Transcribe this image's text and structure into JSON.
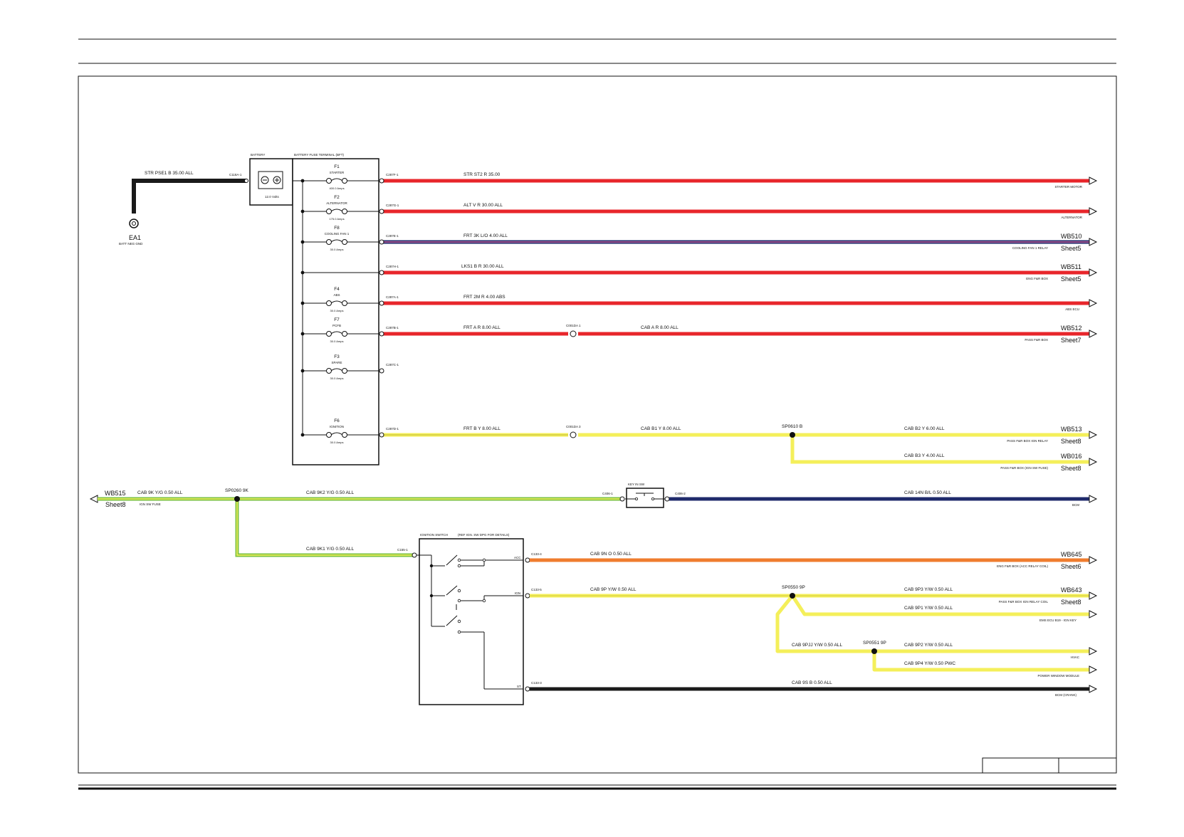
{
  "colors": {
    "red": "#e8262b",
    "yellow": "#f4ef5a",
    "green": "#7cc243",
    "navy": "#1f2a6b",
    "orange": "#ef7c2e",
    "black": "#1a1a1a",
    "purple": "#7b2e8a"
  },
  "battery": {
    "label": "BATTERY",
    "volts": "12.0 Volts",
    "connector": "C118A-1",
    "ground_wire": "STR   PSE1 B 35.00 ALL",
    "ground_name": "EA1",
    "ground_label": "BATT NEG GND"
  },
  "bft": {
    "label": "BATTERY FUSE TERMINAL (BFT)"
  },
  "fuses": [
    {
      "id": "F1",
      "name": "STARTER",
      "rating": "400.0 Amps"
    },
    {
      "id": "F2",
      "name": "ALTERNATOR",
      "rating": "175.0 Amps"
    },
    {
      "id": "F8",
      "name": "COOLING FAN 1",
      "rating": "30.0 Amps"
    },
    {
      "id": "F4",
      "name": "ABS",
      "rating": "30.0 Amps"
    },
    {
      "id": "F7",
      "name": "PCFB",
      "rating": "30.0 Amps"
    },
    {
      "id": "F3",
      "name": "SPARE",
      "rating": "30.0 Amps"
    },
    {
      "id": "F6",
      "name": "IGNITION",
      "rating": "30.0 Amps"
    }
  ],
  "circuits": [
    {
      "connector": "C287F-1",
      "wire": "STR   ST2 R 35.00",
      "dest": "STARTER MOTOR",
      "ref": "",
      "sheet": ""
    },
    {
      "connector": "C287G-1",
      "wire": "ALT   V R 30.00 ALL",
      "dest": "ALTERNATOR",
      "ref": "",
      "sheet": ""
    },
    {
      "connector": "C287E-1",
      "wire": "FRT   3K L/O 4.00 ALL",
      "dest": "COOLING FAN 1 RELAY",
      "ref": "WB510",
      "sheet": "Sheet5"
    },
    {
      "connector": "C287H-1",
      "wire": "LKS1   B R 30.00 ALL",
      "dest": "ENG F&R BOX",
      "ref": "WB511",
      "sheet": "Sheet5"
    },
    {
      "connector": "C287A-1",
      "wire": "FRT   2M R 4.00 ABS",
      "dest": "ABS ECU",
      "ref": "",
      "sheet": ""
    },
    {
      "connector": "C287B-1",
      "wire": "FRT   A R 8.00 ALL",
      "inline": "C001DA 1",
      "wire2": "CAB   A R 8.00 ALL",
      "dest": "PASS F&R BOX",
      "ref": "WB512",
      "sheet": "Sheet7"
    },
    {
      "connector": "C287C-1"
    },
    {
      "connector": "C287D-1",
      "wire": "FRT   B Y 8.00 ALL",
      "inline": "C001DA 3",
      "wire2": "CAB   B1 Y 8.00 ALL",
      "splice": "SP0610 B",
      "wire3": "CAB   B2 Y 6.00 ALL",
      "dest": "PASS F&R BOX IGN RELAY",
      "ref": "WB513",
      "sheet": "Sheet8"
    },
    {
      "wire": "CAB   B3 Y 4.00 ALL",
      "dest": "PASS F&R BOX (IGN SW FUSE)",
      "ref": "WB016",
      "sheet": "Sheet8"
    }
  ],
  "ign_feed": {
    "ref": "WB515",
    "sheet": "Sheet8",
    "wire": "CAB   9K Y/G 0.50 ALL",
    "dest": "IGN SW FUSE",
    "splice": "SP0260 9K",
    "wire2": "CAB   9K2 Y/G 0.50 ALL",
    "wire3": "CAB   9K1 Y/G 0.50 ALL",
    "c155": "C155-1"
  },
  "key_sw": {
    "label": "KEY IN SW",
    "c_in": "C406-1",
    "c_out": "C406-2",
    "wire": "CAB   14N B/L 0.50 ALL",
    "dest": "BCM"
  },
  "ign_switch": {
    "label": "IGNITION SWITCH",
    "note": "(REF IGN. SW DPG FOR DETAILS)",
    "acc_pin": "ACC",
    "ign_pin": "IGN",
    "st_pin": "ST",
    "acc": {
      "connector": "C133-4",
      "wire": "CAB   9N O 0.50 ALL",
      "dest": "ENG F&R BOX (ACC RELAY COIL)",
      "ref": "WB645",
      "sheet": "Sheet6"
    },
    "ign": {
      "connector": "C133-5",
      "wire": "CAB   9P Y/W 0.50 ALL",
      "splice": "SP0550 9P"
    },
    "st": {
      "connector": "C133-3",
      "wire": "CAB   9S B 0.50 ALL",
      "dest": "BCM (CRANK)"
    }
  },
  "ign_branches": [
    {
      "wire": "CAB   9P3 Y/W 0.50 ALL",
      "dest": "PASS F&R BOX IGN RELAY COIL",
      "ref": "WB643",
      "sheet": "Sheet8"
    },
    {
      "wire": "CAB   9P1 Y/W 0.50 ALL",
      "dest": "EMS ECU B19 - IGN KEY"
    },
    {
      "wire": "CAB   9PJJ Y/W 0.50 ALL",
      "splice": "SP0551 9P"
    },
    {
      "wire": "CAB   9P2 Y/W 0.50 ALL",
      "dest": "HVAC"
    },
    {
      "wire": "CAB   9P4 Y/W 0.50 PWC",
      "dest": "POWER WINDOW MODULE"
    }
  ]
}
